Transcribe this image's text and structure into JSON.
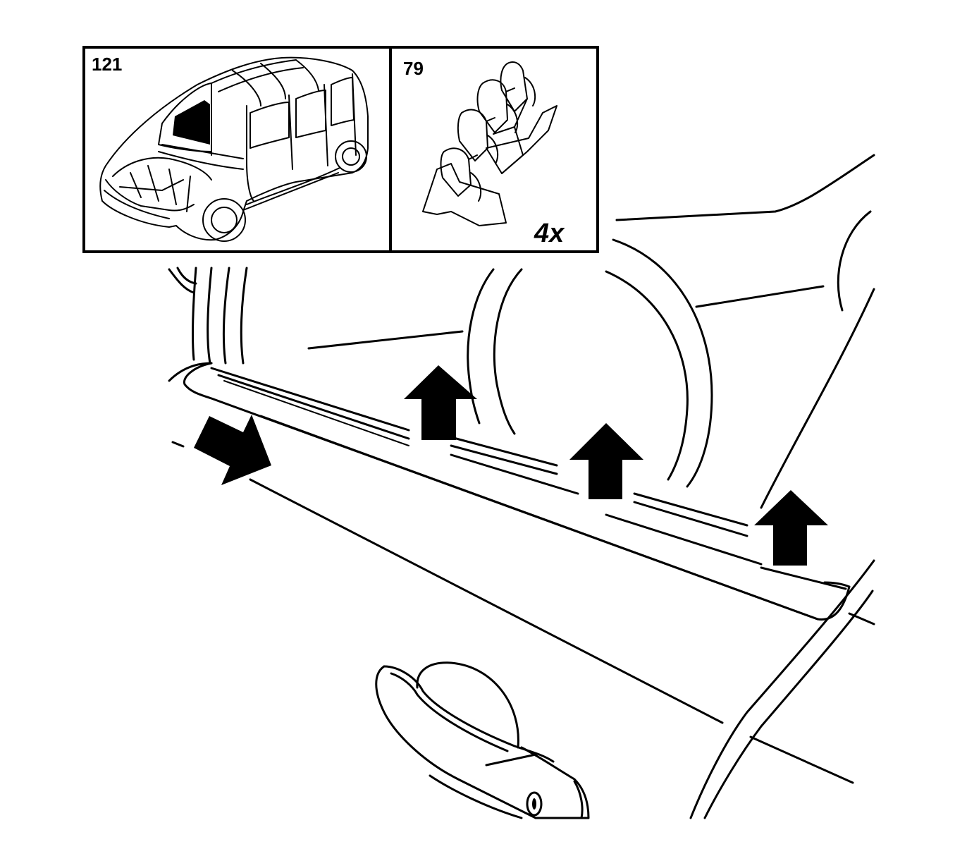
{
  "figure": {
    "insets": [
      {
        "id": "vehicle-location",
        "number": "121"
      },
      {
        "id": "clip",
        "number": "79",
        "quantity": "4x"
      }
    ],
    "arrows": {
      "push_direction": "rearward",
      "lift_direction": "up",
      "lift_count": 3
    }
  }
}
